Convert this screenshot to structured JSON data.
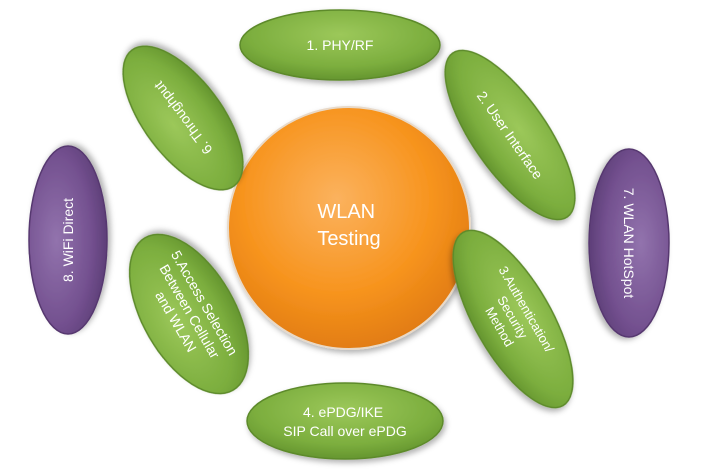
{
  "center": {
    "lines": [
      "WLAN",
      "Testing"
    ]
  },
  "nodes": [
    {
      "lines": [
        "1. PHY/RF"
      ]
    },
    {
      "lines": [
        "2. User Interface"
      ]
    },
    {
      "lines": [
        "3.Authentication/",
        "Security",
        "Method"
      ]
    },
    {
      "lines": [
        "4. ePDG/IKE",
        "SIP Call over ePDG"
      ]
    },
    {
      "lines": [
        "5.Access Selection",
        "Between Cellular",
        "and WLAN"
      ]
    },
    {
      "lines": [
        "6. Throughput"
      ]
    },
    {
      "lines": [
        "7. WLAN HotSpot"
      ]
    },
    {
      "lines": [
        "8. WiFi Direct"
      ]
    }
  ],
  "colors": {
    "center": "#f7941e",
    "green": "#7cae3e",
    "green_stroke": "#5d8a2c",
    "purple": "#73508f",
    "purple_stroke": "#57386f"
  }
}
